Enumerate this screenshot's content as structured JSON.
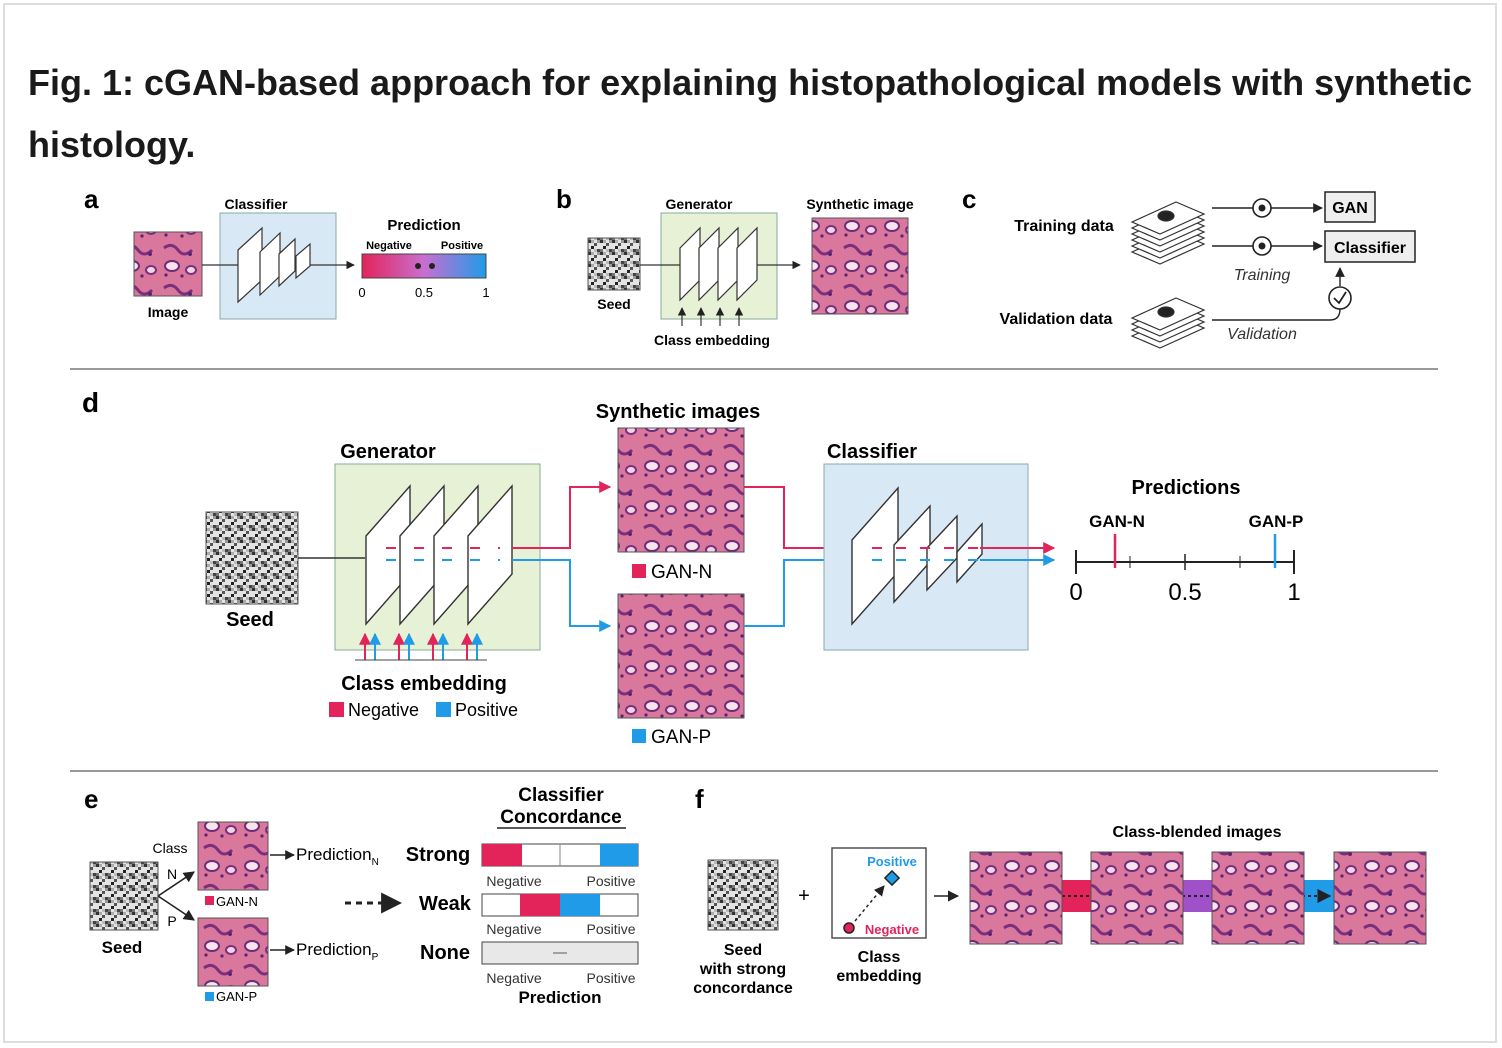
{
  "figure_title": "Fig. 1: cGAN-based approach for explaining histopathological models with synthetic histology.",
  "colors": {
    "negative": "#e2245a",
    "positive": "#1f9be8",
    "generator_fill": "#e6f1d6",
    "classifier_fill": "#d9e8f5",
    "blend": "#a050c8",
    "tissue": "#d9779c"
  },
  "panel_a": {
    "letter": "a",
    "image_label": "Image",
    "classifier_label": "Classifier",
    "prediction_label": "Prediction",
    "negative": "Negative",
    "positive": "Positive",
    "ticks": [
      "0",
      "0.5",
      "1"
    ]
  },
  "panel_b": {
    "letter": "b",
    "generator_label": "Generator",
    "synthetic_label": "Synthetic image",
    "seed_label": "Seed",
    "class_embedding_label": "Class embedding"
  },
  "panel_c": {
    "letter": "c",
    "training_data": "Training data",
    "validation_data": "Validation data",
    "gan": "GAN",
    "classifier": "Classifier",
    "training": "Training",
    "validation": "Validation"
  },
  "panel_d": {
    "letter": "d",
    "synthetic_images": "Synthetic images",
    "generator_label": "Generator",
    "classifier_label": "Classifier",
    "seed_label": "Seed",
    "class_embedding_label": "Class embedding",
    "legend_negative": "Negative",
    "legend_positive": "Positive",
    "gan_n": "GAN-N",
    "gan_p": "GAN-P",
    "predictions_label": "Predictions",
    "axis_ticks": [
      "0",
      "0.5",
      "1"
    ]
  },
  "panel_e": {
    "letter": "e",
    "class_label": "Class",
    "n": "N",
    "p": "P",
    "seed_label": "Seed",
    "gan_n": "GAN-N",
    "gan_p": "GAN-P",
    "prediction_n": "Prediction",
    "sub_n": "N",
    "prediction_p": "Prediction",
    "sub_p": "P",
    "concordance_title_1": "Classifier",
    "concordance_title_2": "Concordance",
    "strong": "Strong",
    "weak": "Weak",
    "none": "None",
    "negative": "Negative",
    "positive": "Positive",
    "prediction_axis": "Prediction"
  },
  "panel_f": {
    "letter": "f",
    "plus": "+",
    "seed_line1": "Seed",
    "seed_line2": "with strong",
    "seed_line3": "concordance",
    "class_line1": "Class",
    "class_line2": "embedding",
    "positive": "Positive",
    "negative": "Negative",
    "blended_label": "Class-blended images"
  }
}
